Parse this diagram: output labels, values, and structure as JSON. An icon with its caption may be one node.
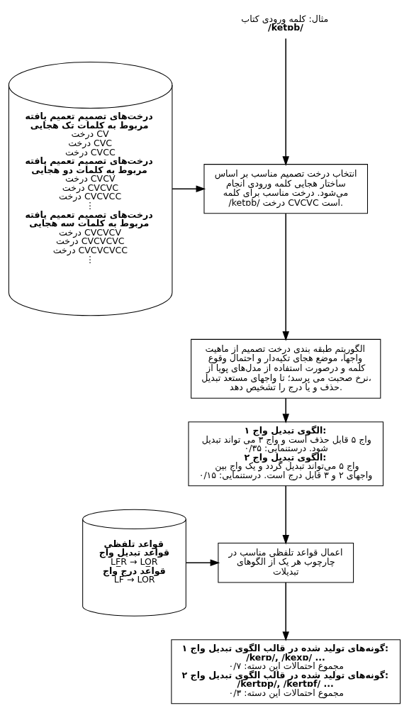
{
  "diagram": {
    "nodes": [
      {
        "text": [
          "مثال: کلمه ورودی کتاب",
          "/ketɒb/"
        ]
      },
      {
        "text": [
          "انتخاب درخت تصمیم مناسب بر اساس ساختار هجایی کلمه ورودی انجام می‌شود. درخت مناسب برای کلمه /ketɒb/ درخت CVCVC است."
        ]
      },
      {
        "text": [
          "الگوریتم طبقه بندی درخت تصمیم از ماهیت واجها، موضع هجای تکیه‌دار و احتمال وقوع کلمه و درصورت استفاده از مدل‌های پویا از نرخ صحبت می پرسد؛ تا واجهای مستعد تبدیل، حذف و یا درج را تشخیص دهد."
        ]
      },
      {
        "text": [
          "الگوی تبدیل واج ۱:",
          "واج ۵ قابل حذف است و واج ۳ می تواند تبدیل شود. درستنمایی: ۰/۳۵",
          "الگوی تبدیل واج ۲:",
          "واج ۵ می‌تواند تبدیل گردد و یک واج بین واجهای ۲ و ۳ قابل درج است. درستنمایی: ۰/۱۵"
        ]
      },
      {
        "text": [
          "اعمال قواعد تلفظی مناسب در چارچوب هر یک از الگوهای تبدیلات"
        ]
      },
      {
        "text": [
          "گونه‌های تولید شده در قالب الگوی تبدیل واج ۱:",
          "/kerɒ/, /kexɒ/ ...",
          "مجموع احتمالات این دسته: ۰/۷",
          "گونه‌های تولید شده در قالب الگوی تبدیل واج ۲:",
          "/kertɒp/, /kertɒf/ ...",
          "مجموع احتمالات این دسته: ۰/۳"
        ]
      },
      {
        "text": [
          "درخت‌های تصمیم تعمیم یافته مربوط به کلمات تک هجایی",
          "درخت CV",
          "درخت CVC",
          "درخت CVCC",
          "درخت‌های تصمیم تعمیم یافته مربوط به کلمات دو هجایی",
          "درخت CVCV",
          "درخت CVCVC",
          "درخت CVCVCC",
          "⋮",
          "درخت‌های تصمیم تعمیم یافته مربوط به کلمات سه هجایی",
          "درخت CVCVCV",
          "درخت CVCVCVC",
          "درخت CVCVCVCC",
          "⋮"
        ]
      },
      {
        "text": [
          "قواعد تلفظی",
          "قواعد تبدیل واج",
          "LF̲R → LO̲R",
          "قواعد درج واج",
          "LF → LOR"
        ]
      }
    ],
    "edges": [
      {
        "from": 0,
        "to": 1,
        "arrow": "to"
      },
      {
        "from": 6,
        "to": 1,
        "arrow": "to"
      },
      {
        "from": 1,
        "to": 2,
        "arrow": "to"
      },
      {
        "from": 2,
        "to": 3,
        "arrow": "to"
      },
      {
        "from": 3,
        "to": 4,
        "arrow": "to"
      },
      {
        "from": 7,
        "to": 4,
        "arrow": "to"
      },
      {
        "from": 4,
        "to": 5,
        "arrow": "to"
      }
    ]
  }
}
